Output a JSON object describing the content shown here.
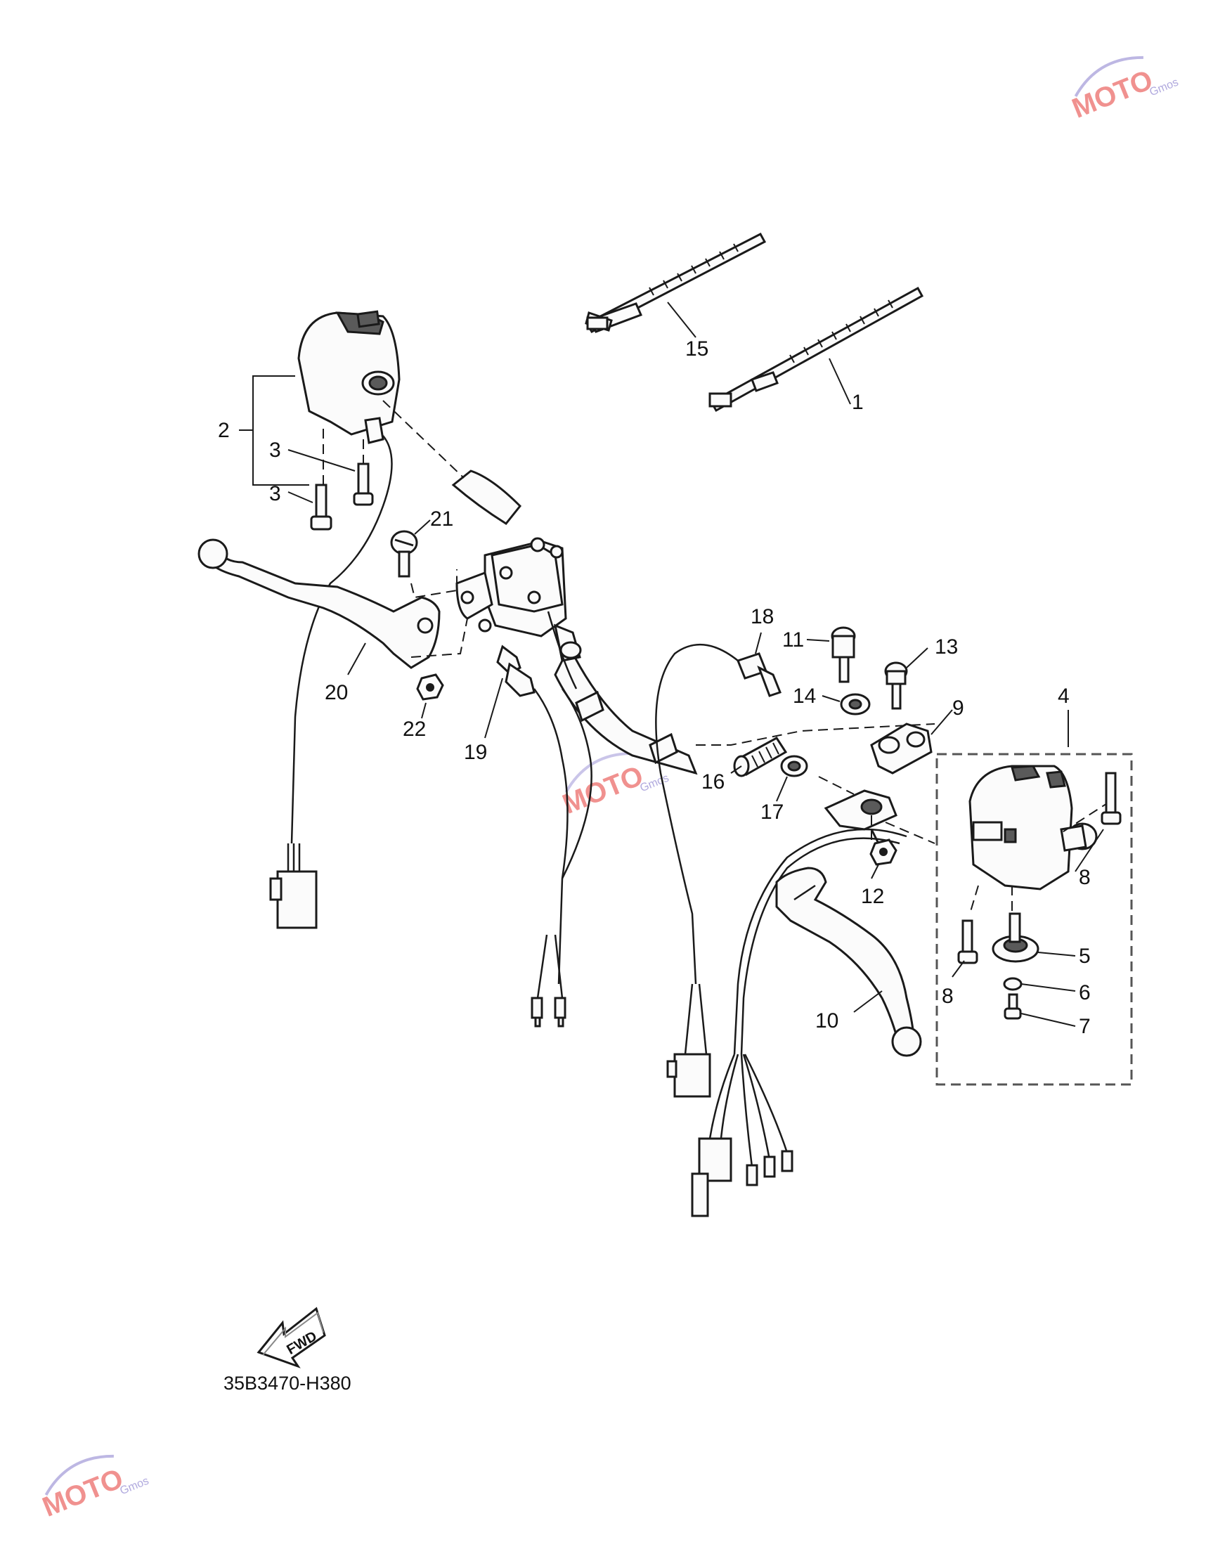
{
  "callouts": {
    "c1": "1",
    "c2": "2",
    "c3a": "3",
    "c3b": "3",
    "c4": "4",
    "c5": "5",
    "c6": "6",
    "c7": "7",
    "c8a": "8",
    "c8b": "8",
    "c9": "9",
    "c10": "10",
    "c11": "11",
    "c12": "12",
    "c13": "13",
    "c14": "14",
    "c15": "15",
    "c16": "16",
    "c17": "17",
    "c18": "18",
    "c19": "19",
    "c20": "20",
    "c21": "21",
    "c22": "22"
  },
  "fwd_label": "FWD",
  "diagram_code": "35B3470-H380",
  "watermark": {
    "brand": "MOTO",
    "sub": "Gmos",
    "color": "#e53935"
  }
}
